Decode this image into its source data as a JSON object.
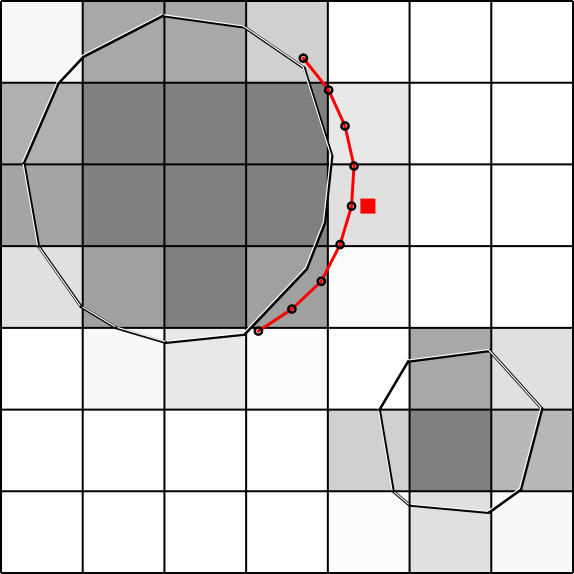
{
  "colors": {
    "background": "#ffffff",
    "grid_line": "#000000",
    "outline": "#000000",
    "outline_highlight": "#ffffff",
    "fit_curve": "#ff0000",
    "sample_fill": "#000000",
    "sample_stroke": "#000000",
    "marker": "#ff0000"
  },
  "grid": {
    "rows": 7,
    "cols": 7,
    "cell_fill": [
      [
        "#f8f8f8",
        "#a8a8a8",
        "#a8a8a8",
        "#d0d0d0",
        "#ffffff",
        "#ffffff",
        "#ffffff"
      ],
      [
        "#b0b0b0",
        "#808080",
        "#808080",
        "#808080",
        "#e8e8e8",
        "#ffffff",
        "#ffffff"
      ],
      [
        "#a4a4a4",
        "#808080",
        "#808080",
        "#808080",
        "#e0e0e0",
        "#ffffff",
        "#ffffff"
      ],
      [
        "#e0e0e0",
        "#a0a0a0",
        "#808080",
        "#a0a0a0",
        "#fcfcfc",
        "#ffffff",
        "#ffffff"
      ],
      [
        "#ffffff",
        "#f8f8f8",
        "#e8e8e8",
        "#fcfcfc",
        "#ffffff",
        "#a8a8a8",
        "#e0e0e0"
      ],
      [
        "#ffffff",
        "#ffffff",
        "#ffffff",
        "#ffffff",
        "#d0d0d0",
        "#808080",
        "#b8b8b8"
      ],
      [
        "#ffffff",
        "#ffffff",
        "#ffffff",
        "#ffffff",
        "#fcfcfc",
        "#e0e0e0",
        "#f8f8f8"
      ]
    ]
  },
  "shapes": [
    {
      "name": "large-polygon",
      "vertices": [
        [
          1.98,
          0.18
        ],
        [
          2.98,
          0.32
        ],
        [
          3.71,
          0.82
        ],
        [
          4.05,
          1.9
        ],
        [
          3.96,
          2.72
        ],
        [
          3.74,
          3.28
        ],
        [
          2.98,
          4.08
        ],
        [
          2.02,
          4.18
        ],
        [
          1.41,
          4.0
        ],
        [
          0.98,
          3.74
        ],
        [
          0.46,
          3.0
        ],
        [
          0.28,
          1.98
        ],
        [
          0.7,
          1.01
        ],
        [
          1.01,
          0.68
        ]
      ]
    },
    {
      "name": "small-polygon",
      "vertices": [
        [
          4.98,
          4.41
        ],
        [
          5.98,
          4.28
        ],
        [
          6.62,
          4.99
        ],
        [
          6.36,
          5.98
        ],
        [
          5.97,
          6.26
        ],
        [
          5.0,
          6.17
        ],
        [
          4.8,
          6.0
        ],
        [
          4.63,
          5.0
        ]
      ]
    }
  ],
  "fit_curve": [
    [
      3.7,
      0.7
    ],
    [
      4.01,
      1.09
    ],
    [
      4.21,
      1.53
    ],
    [
      4.32,
      2.02
    ],
    [
      4.29,
      2.51
    ],
    [
      4.15,
      2.98
    ],
    [
      3.92,
      3.43
    ],
    [
      3.56,
      3.77
    ],
    [
      3.15,
      4.04
    ]
  ],
  "sample_points": [
    [
      3.7,
      0.7
    ],
    [
      4.01,
      1.09
    ],
    [
      4.21,
      1.53
    ],
    [
      4.32,
      2.02
    ],
    [
      4.29,
      2.51
    ],
    [
      4.15,
      2.98
    ],
    [
      3.92,
      3.43
    ],
    [
      3.56,
      3.77
    ],
    [
      3.15,
      4.04
    ]
  ],
  "marker": [
    4.49,
    2.51
  ]
}
